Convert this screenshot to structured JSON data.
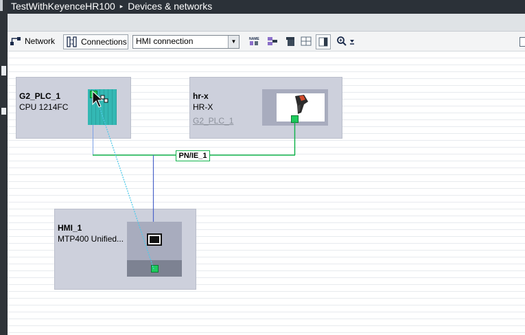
{
  "window": {
    "project": "TestWithKeyenceHR100",
    "separator": "▸",
    "view": "Devices & networks"
  },
  "toolbar": {
    "network_label": "Network",
    "connections_label": "Connections",
    "connection_type": "HMI connection",
    "icons": [
      "network-icon",
      "connections-icon",
      "dropdown-arrow-icon",
      "show-names-icon",
      "device-overview-icon",
      "module-icon",
      "table-icon",
      "split-view-icon",
      "zoom-icon",
      "zoom-dropdown-icon"
    ]
  },
  "devices": {
    "plc": {
      "name": "G2_PLC_1",
      "type": "CPU 1214FC"
    },
    "hrx": {
      "name": "hr-x",
      "type": "HR-X",
      "assigned_to": "G2_PLC_1"
    },
    "hmi": {
      "name": "HMI_1",
      "type": "MTP400 Unified..."
    }
  },
  "subnet": {
    "label": "PN/IE_1"
  },
  "colors": {
    "profinet": "#12b34d",
    "plc_module": "#33b8b4",
    "hmi_connection": "#4fc9e8",
    "device_box": "#cdd0dc",
    "drop_line": "#4a63c9"
  }
}
